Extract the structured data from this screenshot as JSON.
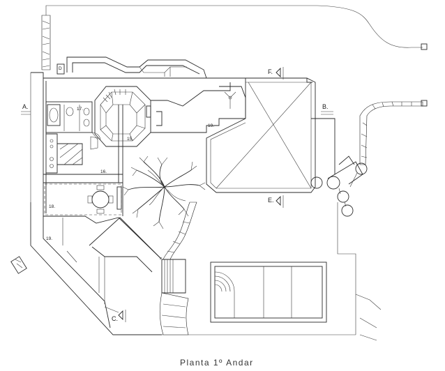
{
  "caption": "Planta 1º Andar",
  "section_markers": {
    "a": "A.",
    "b": "B.",
    "c": "C.",
    "e": "E.",
    "f": "F."
  },
  "room_numbers": {
    "r15": "15.",
    "r16": "16.",
    "r17": "17.",
    "r18": "18.",
    "r19_upper": "19.",
    "r19_left": "19."
  }
}
